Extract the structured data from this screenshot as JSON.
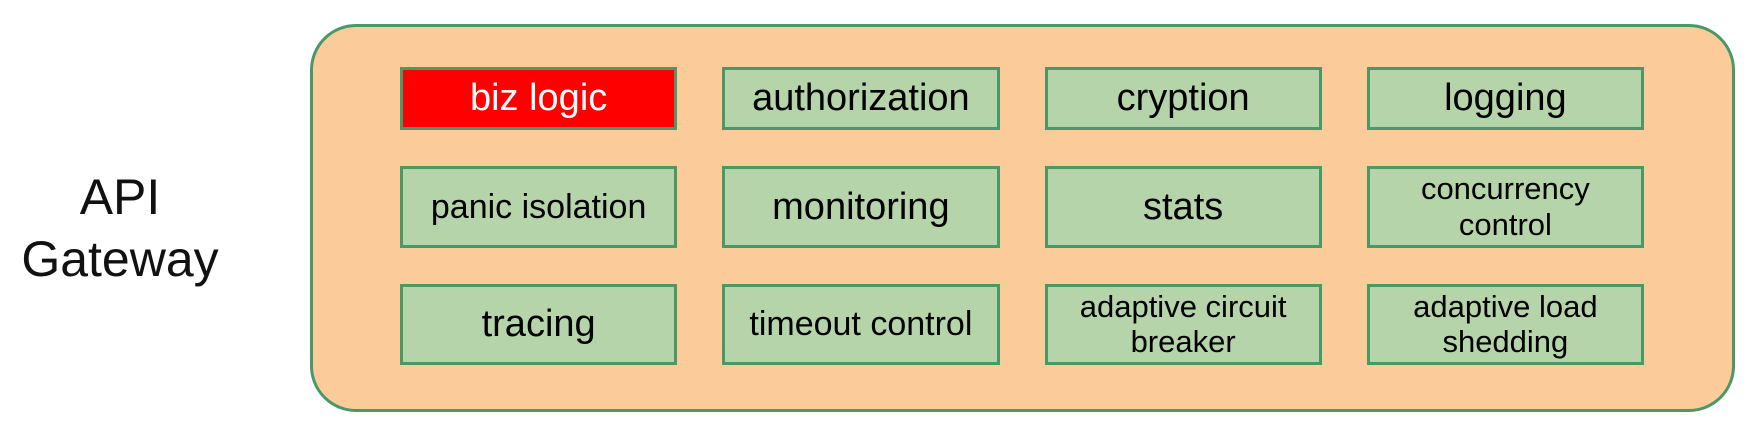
{
  "title": {
    "line1": "API",
    "line2": "Gateway"
  },
  "gateway": {
    "cells": [
      {
        "label": "biz logic",
        "variant": "highlight",
        "size": "l"
      },
      {
        "label": "authorization",
        "variant": "normal",
        "size": "l"
      },
      {
        "label": "cryption",
        "variant": "normal",
        "size": "l"
      },
      {
        "label": "logging",
        "variant": "normal",
        "size": "l"
      },
      {
        "label": "panic isolation",
        "variant": "normal",
        "size": "m"
      },
      {
        "label": "monitoring",
        "variant": "normal",
        "size": "l"
      },
      {
        "label": "stats",
        "variant": "normal",
        "size": "l"
      },
      {
        "label": "concurrency control",
        "variant": "normal",
        "size": "s"
      },
      {
        "label": "tracing",
        "variant": "normal",
        "size": "l"
      },
      {
        "label": "timeout control",
        "variant": "normal",
        "size": "m"
      },
      {
        "label": "adaptive circuit breaker",
        "variant": "normal",
        "size": "s"
      },
      {
        "label": "adaptive load shedding",
        "variant": "normal",
        "size": "s"
      }
    ],
    "colors": {
      "container_fill": "#fccb9a",
      "container_border": "#4a9768",
      "cell_fill": "#b5d4a9",
      "cell_border": "#4a9768",
      "highlight_fill": "#ff0000",
      "highlight_text": "#ffffff"
    }
  }
}
